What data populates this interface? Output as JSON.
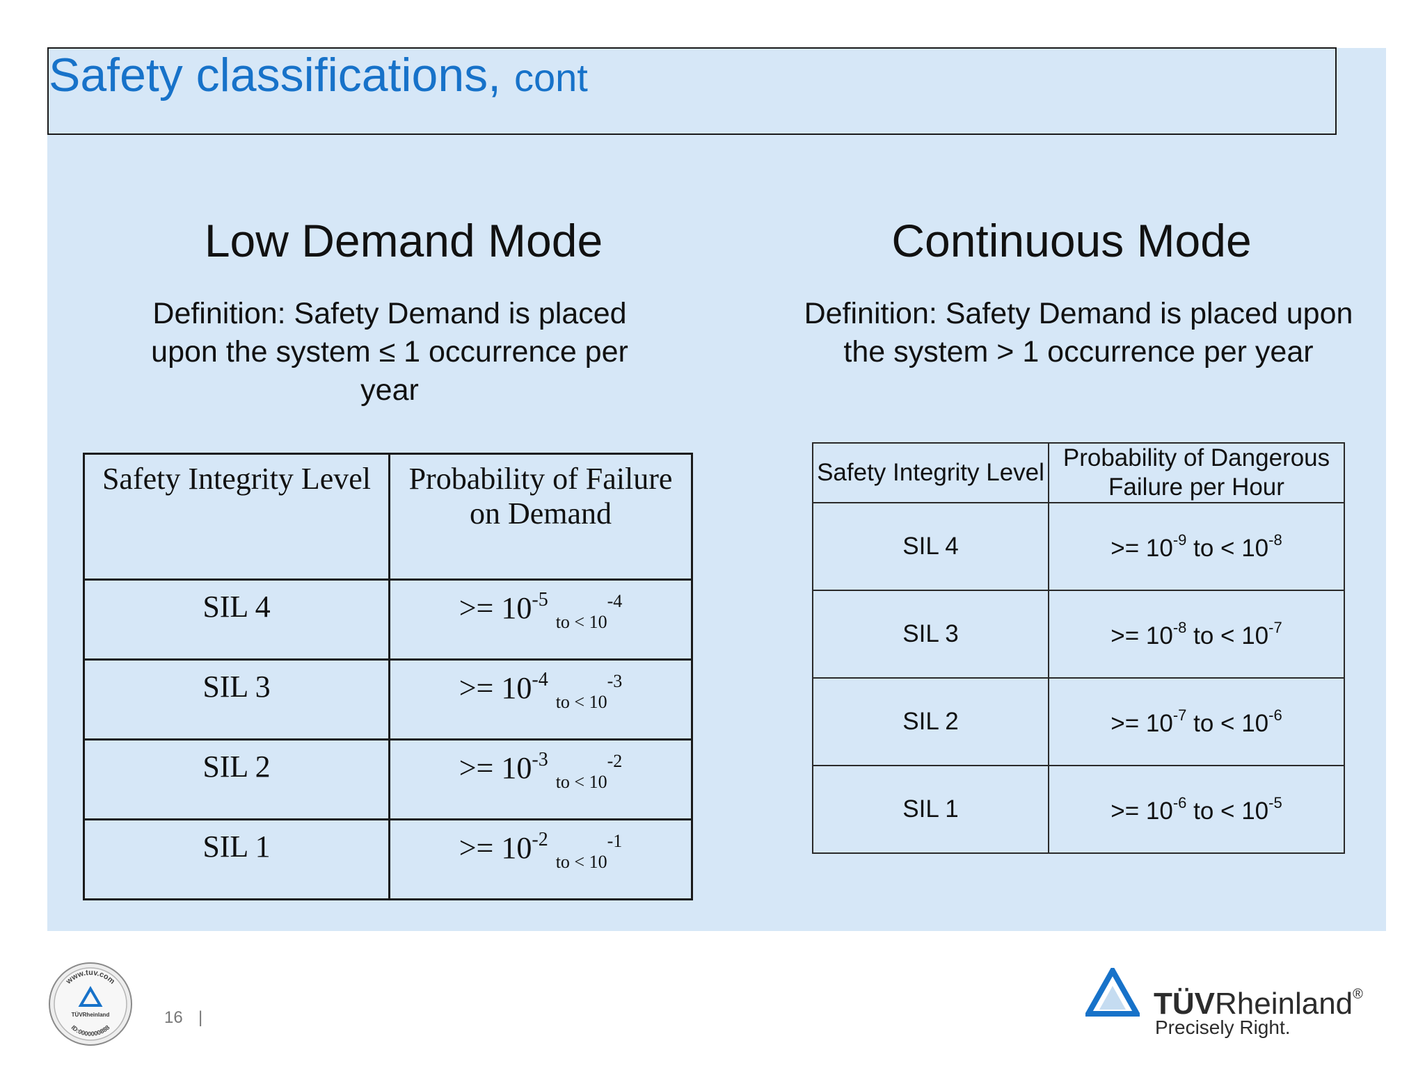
{
  "slide": {
    "title": "Safety classifications,",
    "title_suffix": "cont",
    "page_number": "16",
    "page_separator": "|"
  },
  "low_demand": {
    "heading": "Low Demand Mode",
    "definition": "Definition: Safety Demand is placed upon the system ≤ 1 occurrence per year",
    "table": {
      "headers": [
        "Safety Integrity Level",
        "Probability of Failure on Demand"
      ],
      "rows": [
        {
          "sil": "SIL 4",
          "prefix": ">= 10",
          "exp": "-5",
          "tail": "to < 10",
          "tail_exp": "-4"
        },
        {
          "sil": "SIL 3",
          "prefix": ">= 10",
          "exp": "-4",
          "tail": "to < 10",
          "tail_exp": "-3"
        },
        {
          "sil": "SIL 2",
          "prefix": ">= 10",
          "exp": "-3",
          "tail": "to < 10",
          "tail_exp": "-2"
        },
        {
          "sil": "SIL 1",
          "prefix": ">= 10",
          "exp": "-2",
          "tail": "to < 10",
          "tail_exp": "-1"
        }
      ]
    }
  },
  "continuous": {
    "heading": "Continuous Mode",
    "definition": "Definition: Safety Demand is placed upon the system > 1 occurrence per year",
    "table": {
      "headers": [
        "Safety Integrity Level",
        "Probability of Dangerous Failure per Hour"
      ],
      "rows": [
        {
          "sil": "SIL 4",
          "prefix": ">= 10",
          "exp": "-9",
          "mid": "to < 10",
          "exp2": "-8"
        },
        {
          "sil": "SIL 3",
          "prefix": ">= 10",
          "exp": "-8",
          "mid": "to < 10",
          "exp2": "-7"
        },
        {
          "sil": "SIL 2",
          "prefix": ">= 10",
          "exp": "-7",
          "mid": "to < 10",
          "exp2": "-6"
        },
        {
          "sil": "SIL 1",
          "prefix": ">= 10",
          "exp": "-6",
          "mid": "to < 10",
          "exp2": "-5"
        }
      ]
    }
  },
  "branding": {
    "seal_top": "www.tuv.com",
    "seal_mid": "TÜVRheinland",
    "seal_bottom": "ID:0000000888",
    "company_bold": "TÜV",
    "company_rest": "Rheinland",
    "registered": "®",
    "tagline": "Precisely Right.",
    "brand_color": "#1772c9"
  }
}
